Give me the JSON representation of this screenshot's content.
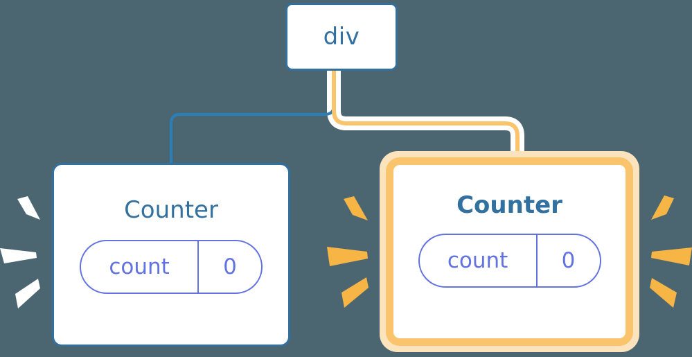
{
  "diagram": {
    "title": "component-render-highlight-tree",
    "background_color": "#4b6670",
    "nodes": [
      {
        "id": "root",
        "label": "div",
        "type": "element",
        "highlighted": false,
        "border_color": "#31709f",
        "text_color": "#31709f"
      },
      {
        "id": "counter-left",
        "label": "Counter",
        "type": "component",
        "highlighted": false,
        "border_color": "#31709f",
        "text_color": "#31709f",
        "state": {
          "key": "count",
          "value": "0"
        },
        "state_color": "#6272e0",
        "sparkle_color": "#ffffff"
      },
      {
        "id": "counter-right",
        "label": "Counter",
        "type": "component",
        "highlighted": true,
        "border_color": "#f9c46b",
        "glow_color": "#fbe3bd",
        "text_color": "#31709f",
        "state": {
          "key": "count",
          "value": "0"
        },
        "state_color": "#6272e0",
        "sparkle_color": "#f6b köper"
      }
    ],
    "edges": [
      {
        "from": "root",
        "to": "counter-left",
        "color": "#31709f",
        "highlighted": false
      },
      {
        "from": "root",
        "to": "counter-right",
        "color": "#f9c46b",
        "halo_color": "#ffffff",
        "highlighted": true
      }
    ],
    "sparkles": [
      {
        "group": "left-of-left-counter",
        "color": "#ffffff",
        "count": 3
      },
      {
        "group": "right-of-left-counter",
        "color": "#f6b545",
        "count": 3
      },
      {
        "group": "right-of-right-counter",
        "color": "#f6b545",
        "count": 3
      }
    ]
  }
}
